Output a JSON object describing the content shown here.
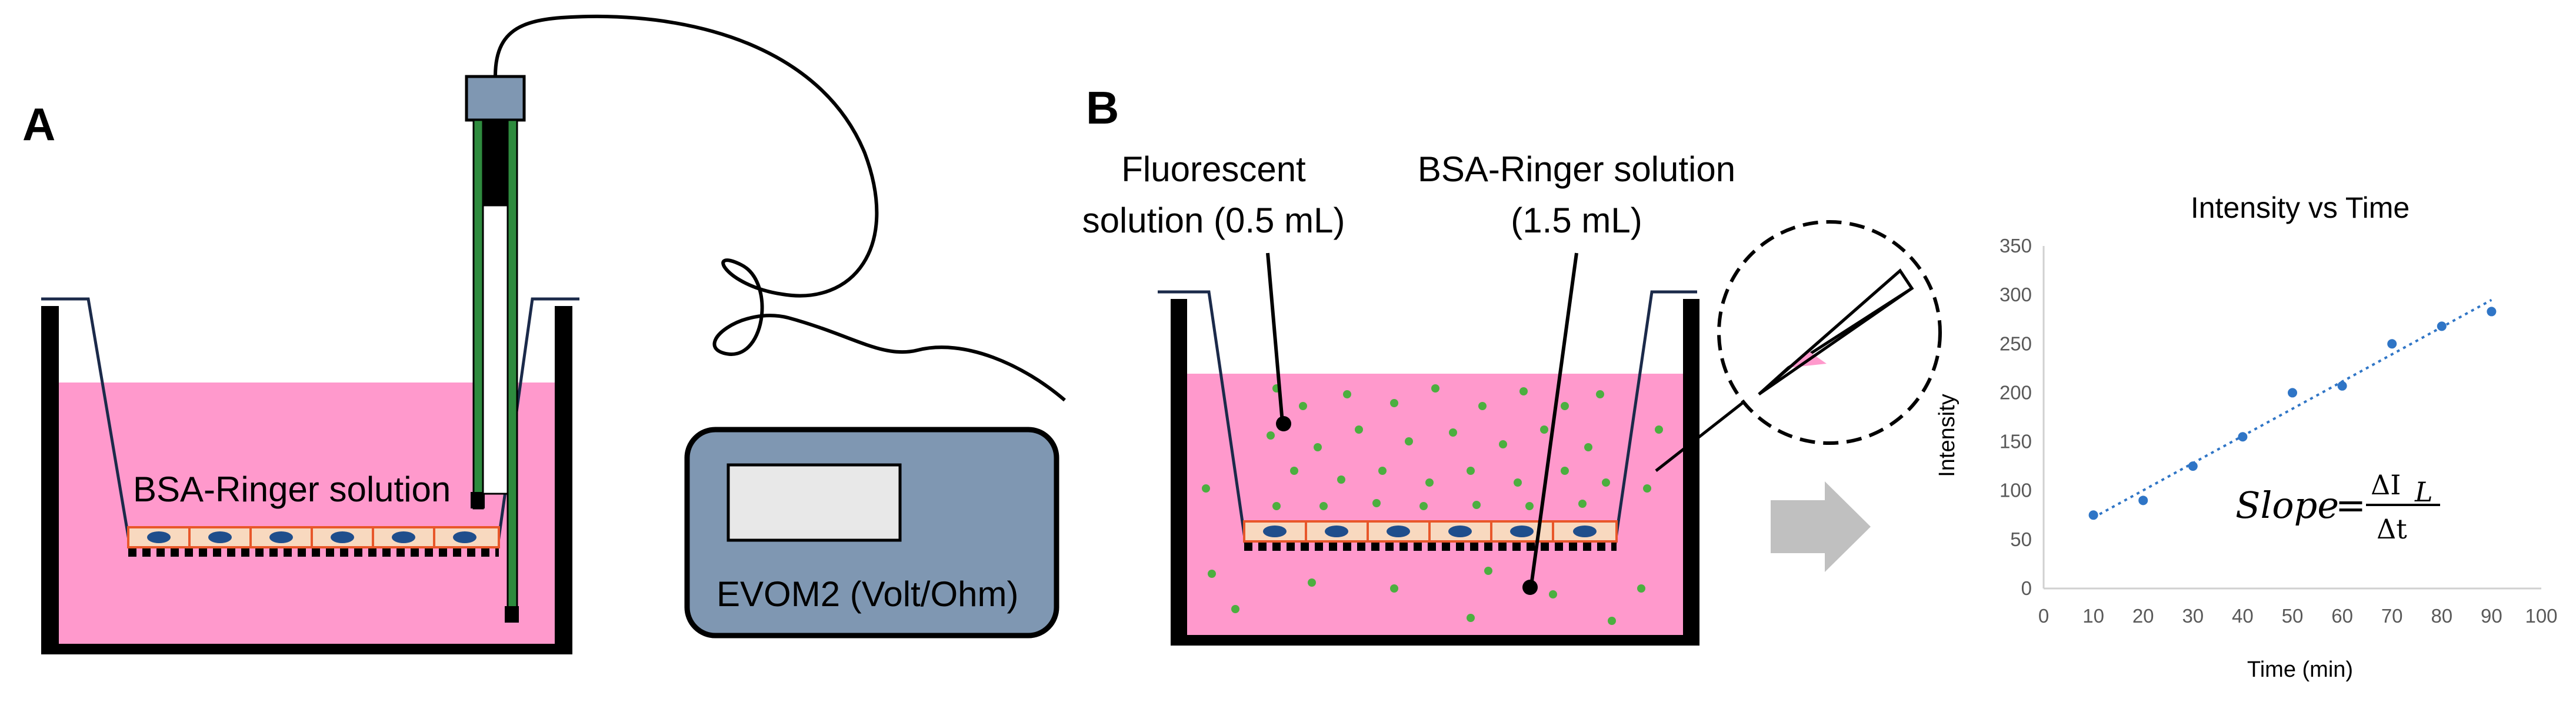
{
  "panel_a": {
    "letter": "A",
    "solution_label": "BSA-Ringer solution",
    "device_label": "EVOM2 (Volt/Ohm)"
  },
  "panel_b": {
    "letter": "B",
    "fluorescent_label_line1": "Fluorescent",
    "fluorescent_label_line2": "solution (0.5 mL)",
    "ringer_label_line1": "BSA-Ringer solution",
    "ringer_label_line2": "(1.5 mL)"
  },
  "colors": {
    "medium_pink": "#ff99cc",
    "electrode_green": "#2e8b3e",
    "device_blue": "#7f97b2",
    "device_screen": "#e8e8e8",
    "cell_fill": "#f8d9bf",
    "cell_edge": "#e8572a",
    "nucleus": "#1f4e8c",
    "dot_green": "#4caf3f",
    "arrow_gray": "#c0c0c0",
    "series_blue": "#2f75c6"
  },
  "chart_data": {
    "type": "scatter",
    "title": "Intensity vs Time",
    "xlabel": "Time (min)",
    "ylabel": "Intensity",
    "xlim": [
      0,
      100
    ],
    "ylim": [
      0,
      350
    ],
    "xticks": [
      0,
      10,
      20,
      30,
      40,
      50,
      60,
      70,
      80,
      90,
      100
    ],
    "yticks": [
      0,
      50,
      100,
      150,
      200,
      250,
      300,
      350
    ],
    "x": [
      10,
      20,
      30,
      40,
      50,
      60,
      70,
      80,
      90
    ],
    "y": [
      75,
      90,
      125,
      155,
      200,
      207,
      250,
      268,
      283
    ],
    "trendline": "linear dotted",
    "grid": false,
    "annotation": {
      "slope_word": "Slope",
      "equals": "=",
      "numerator": "ΔI",
      "numerator_subscript": "L",
      "denominator": "Δt"
    }
  }
}
